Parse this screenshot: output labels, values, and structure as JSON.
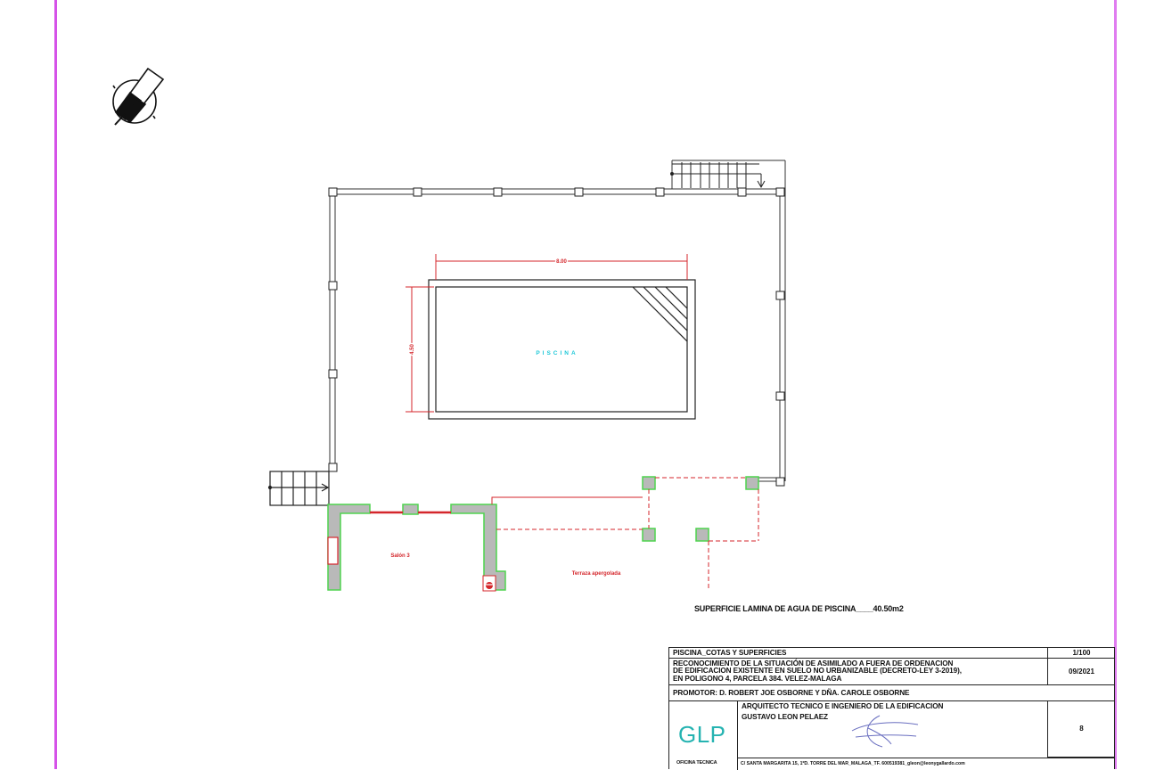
{
  "drawing": {
    "north_arrow": "north-arrow-icon",
    "pool": {
      "label": "PISCINA",
      "length_dim": "8.00",
      "width_dim": "4.50",
      "label_color": "#1fc8d8",
      "dim_color": "#d4262b"
    },
    "rooms": {
      "salon": "Salón 3",
      "terrace": "Terraza apergolada"
    },
    "area_note": "SUPERFICIE LAMINA DE AGUA DE PISCINA____40.50m2"
  },
  "title_block": {
    "title": "PISCINA_COTAS Y SUPERFICIES",
    "scale": "1/100",
    "project_lines": [
      "RECONOCIMIENTO DE LA SITUACIÓN DE ASIMILADO A FUERA DE ORDENACION",
      "DE EDIFICACION EXISTENTE EN SUELO NO URBANIZABLE (DECRETO-LEY  3-2019),",
      "EN POLIGONO 4, PARCELA 384. VELEZ-MALAGA"
    ],
    "date": "09/2021",
    "promoter": "PROMOTOR: D. ROBERT JOE OSBORNE Y DÑA. CAROLE OSBORNE",
    "author_role": "ARQUITECTO TECNICO E INGENIERO DE LA EDIFICACION",
    "author_name": "GUSTAVO LEON PELAEZ",
    "logo": "GLP",
    "logo_sub": "OFICINA TECNICA",
    "address": "C/ SANTA MARGARITA 15, 1ºD. TORRE DEL MAR_MALAGA_TF. 600519381_gleon@leonygallardo.com",
    "sheet_number": "8",
    "logo_color": "#25b3b1"
  }
}
